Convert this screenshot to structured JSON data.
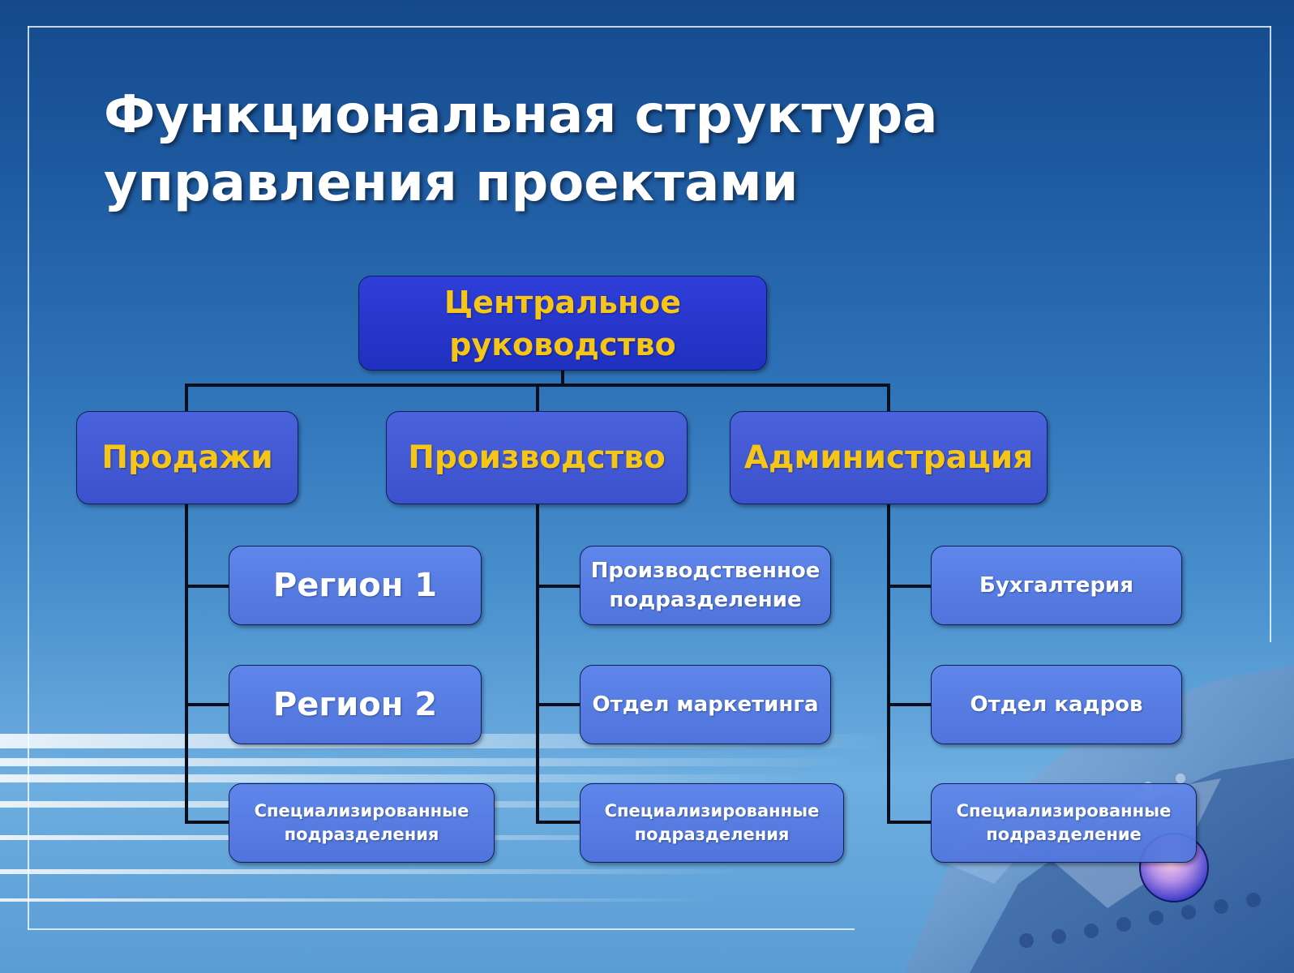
{
  "slide": {
    "title_line1": "Функциональная структура",
    "title_line2": "управления проектами"
  },
  "org": {
    "root": {
      "line1": "Центральное",
      "line2": "руководство"
    },
    "departments": [
      {
        "label": "Продажи",
        "units": [
          {
            "line1": "Регион 1",
            "line2": ""
          },
          {
            "line1": "Регион 2",
            "line2": ""
          },
          {
            "line1": "Специализированные",
            "line2": "подразделения"
          }
        ]
      },
      {
        "label": "Производство",
        "units": [
          {
            "line1": "Производственное",
            "line2": "подразделение"
          },
          {
            "line1": "Отдел маркетинга",
            "line2": ""
          },
          {
            "line1": "Специализированные",
            "line2": "подразделения"
          }
        ]
      },
      {
        "label": "Администрация",
        "units": [
          {
            "line1": "Бухгалтерия",
            "line2": ""
          },
          {
            "line1": "Отдел кадров",
            "line2": ""
          },
          {
            "line1": "Специализированные",
            "line2": "подразделение"
          }
        ]
      }
    ]
  },
  "colors": {
    "background_top": "#144a8c",
    "background_bottom": "#6eaee0",
    "root_fill": "#2e3ed8",
    "department_fill": "#4a62dc",
    "unit_fill": "#5f86ea",
    "accent_text": "#f5c518",
    "connector": "#0a0f1e"
  }
}
